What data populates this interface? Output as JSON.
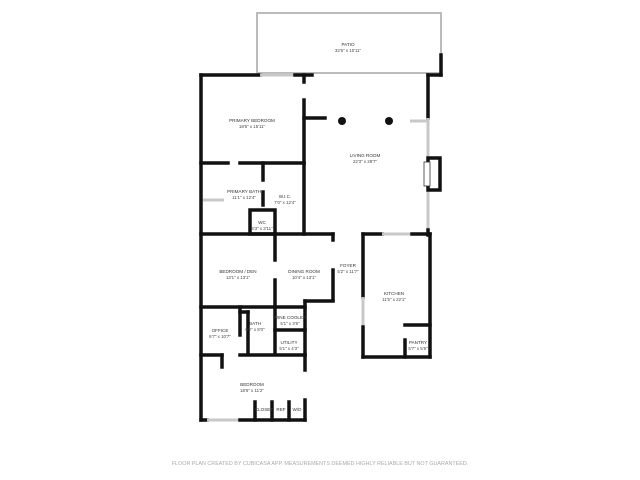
{
  "rooms": {
    "patio": {
      "name": "PATIO",
      "size": "32'6\" x 10'11\""
    },
    "primary_bedroom": {
      "name": "PRIMARY BEDROOM",
      "size": "18'5\" x 15'11\""
    },
    "living_room": {
      "name": "LIVING ROOM",
      "size": "22'3\" x 28'7\""
    },
    "primary_bath": {
      "name": "PRIMARY BATH",
      "size": "11'1\" x 12'4\""
    },
    "wic": {
      "name": "W.I.C.",
      "size": "7'0\" x 12'4\""
    },
    "wc": {
      "name": "WC",
      "size": "4'3\" x 3'11\""
    },
    "bedroom_den": {
      "name": "BEDROOM / DEN",
      "size": "13'1\" x 13'1\""
    },
    "dining_room": {
      "name": "DINING ROOM",
      "size": "10'4\" x 13'1\""
    },
    "foyer": {
      "name": "FOYER",
      "size": "5'2\" x 11'7\""
    },
    "kitchen": {
      "name": "KITCHEN",
      "size": "11'5\" x 22'1\""
    },
    "office": {
      "name": "OFFICE",
      "size": "6'7\" x 10'7\""
    },
    "bath": {
      "name": "BATH",
      "size": "6'2\" x 8'0\""
    },
    "wine_cooler": {
      "name": "WINE COOLER",
      "size": "5'1\" x 3'6\""
    },
    "utility": {
      "name": "UTILITY",
      "size": "5'1\" x 4'3\""
    },
    "pantry": {
      "name": "PANTRY",
      "size": "5'7\" x 5'5\""
    },
    "bedroom": {
      "name": "BEDROOM",
      "size": "18'6\" x 11'2\""
    },
    "closet": {
      "name": "CLOSET"
    },
    "ref": {
      "name": "REF"
    },
    "wd": {
      "name": "W/D"
    }
  },
  "footer": "FLOOR PLAN CREATED BY CUBICASA APP. MEASUREMENTS DEEMED HIGHLY RELIABLE BUT NOT GUARANTEED."
}
